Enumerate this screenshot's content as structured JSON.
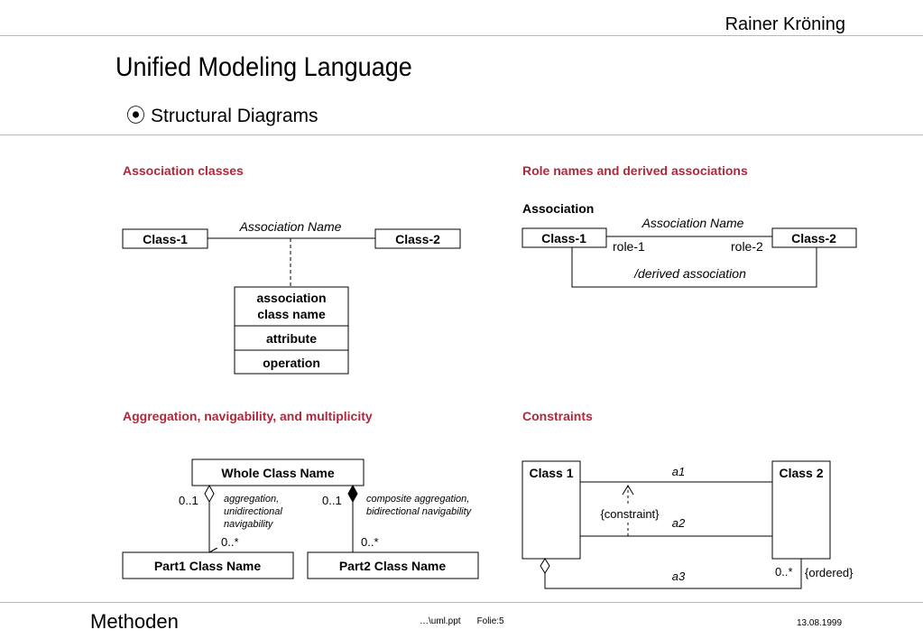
{
  "header": {
    "author": "Rainer Kröning",
    "title": "Unified Modeling Language",
    "subtitle": "Structural Diagrams"
  },
  "footer": {
    "section": "Methoden",
    "file": "…\\uml.ppt",
    "slide": "Folie:5",
    "date": "13.08.1999"
  },
  "assoc_classes": {
    "heading": "Association classes",
    "class1": "Class-1",
    "class2": "Class-2",
    "assoc_name": "Association Name",
    "assoc_class_name_1": "association",
    "assoc_class_name_2": "class name",
    "attribute": "attribute",
    "operation": "operation"
  },
  "role_names": {
    "heading": "Role names and derived associations",
    "label": "Association",
    "class1": "Class-1",
    "class2": "Class-2",
    "assoc_name": "Association Name",
    "role1": "role-1",
    "role2": "role-2",
    "derived": "/derived association"
  },
  "aggregation": {
    "heading": "Aggregation, navigability, and multiplicity",
    "whole": "Whole Class Name",
    "part1": "Part1 Class Name",
    "part2": "Part2 Class Name",
    "mult_left_top": "0..1",
    "mult_left_bottom": "0..*",
    "mult_right_top": "0..1",
    "mult_right_bottom": "0..*",
    "agg_note_1": "aggregation,",
    "agg_note_2": "unidirectional",
    "agg_note_3": "navigability",
    "comp_note_1": "composite aggregation,",
    "comp_note_2": "bidirectional navigability"
  },
  "constraints": {
    "heading": "Constraints",
    "class1": "Class 1",
    "class2": "Class 2",
    "a1": "a1",
    "a2": "a2",
    "a3": "a3",
    "constraint": "{constraint}",
    "multiplicity": "0..*",
    "ordered": "{ordered}"
  }
}
